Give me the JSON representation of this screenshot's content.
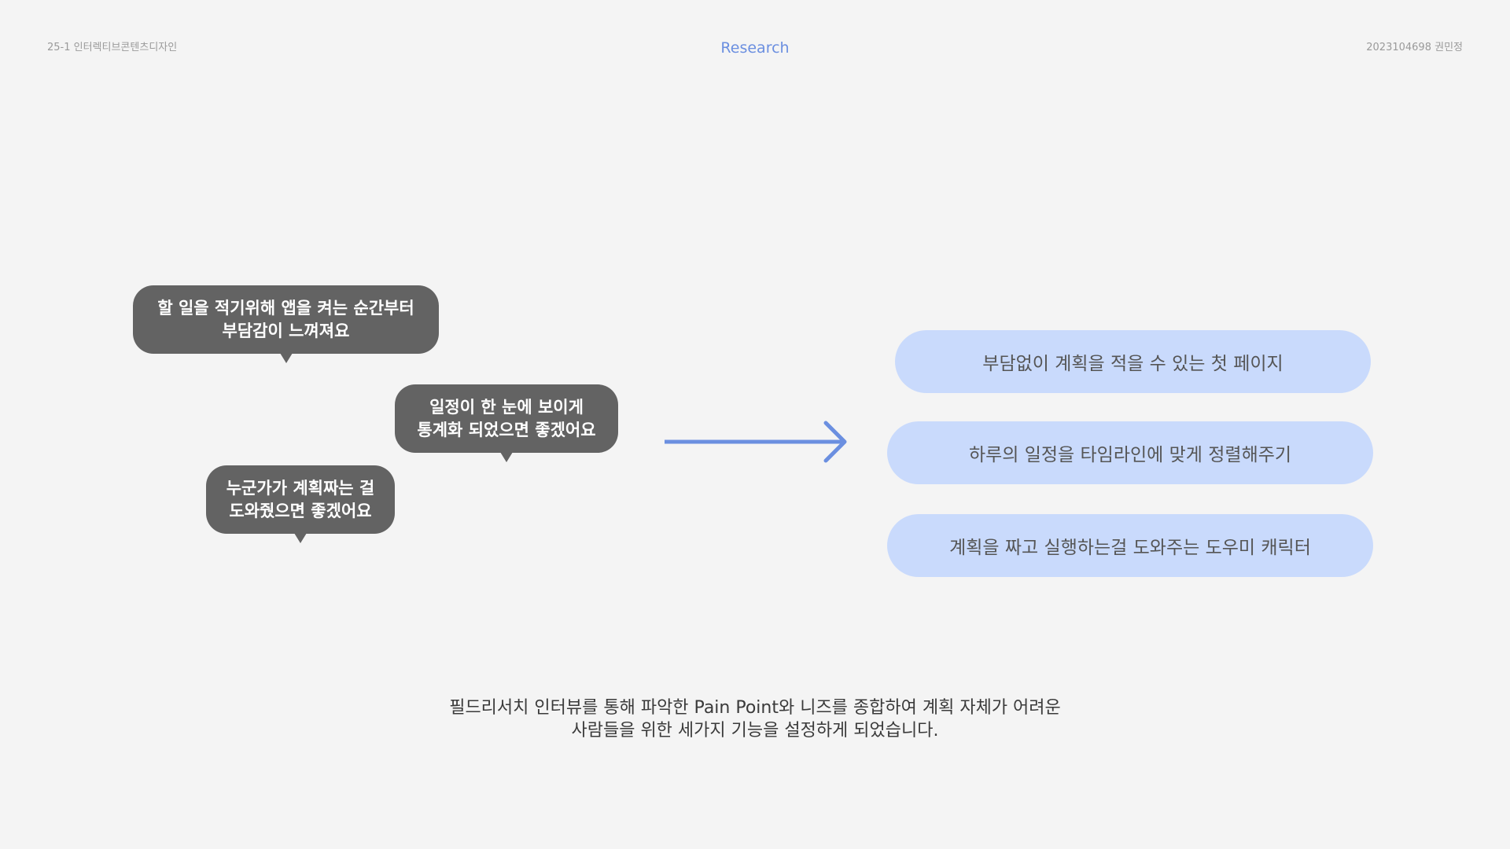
{
  "header": {
    "course": "25-1 인터렉티브콘텐츠디자인",
    "section": "Research",
    "student": "2023104698 권민정"
  },
  "quotes": [
    {
      "lines": [
        "할 일을 적기위해 앱을 켜는 순간부터",
        "부담감이 느껴져요"
      ]
    },
    {
      "lines": [
        "일정이 한 눈에 보이게",
        "통계화 되었으면 좋겠어요"
      ]
    },
    {
      "lines": [
        "누군가가 계획짜는 걸",
        "도와줬으면 좋겠어요"
      ]
    }
  ],
  "features": [
    {
      "label": "부담없이 계획을 적을 수 있는 첫 페이지"
    },
    {
      "label": "하루의 일정을 타임라인에 맞게 정렬해주기"
    },
    {
      "label": "계획을 짜고 실행하는걸 도와주는 도우미 캐릭터"
    }
  ],
  "summary": {
    "lines": [
      "필드리서치 인터뷰를 통해 파악한 Pain Point와 니즈를 종합하여 계획 자체가 어려운",
      "사람들을 위한 세가지 기능을 설정하게 되었습니다."
    ]
  },
  "colors": {
    "accent": "#6b8fe0",
    "bubble": "#636363",
    "pill": "#c9dafc",
    "background": "#f4f4f4"
  },
  "icons": {
    "arrow": "arrow-right-icon"
  }
}
